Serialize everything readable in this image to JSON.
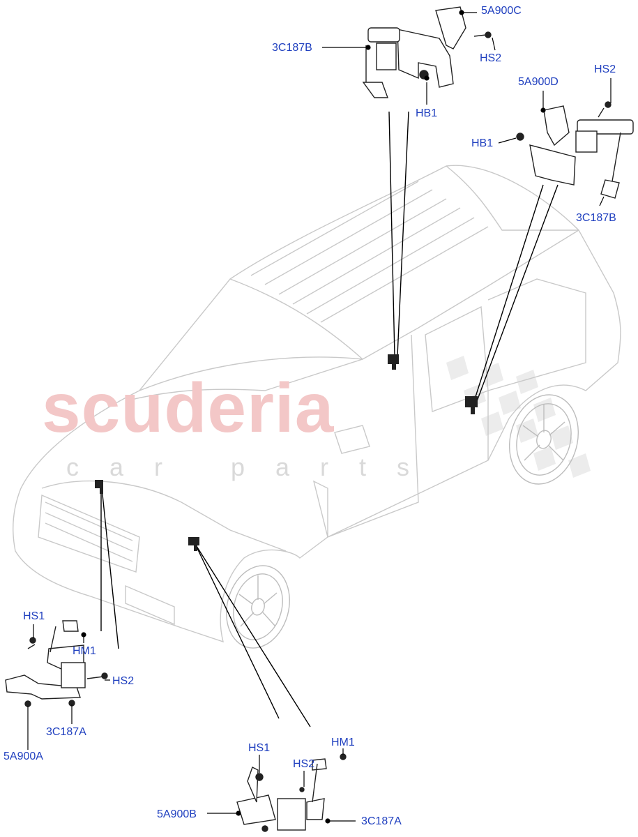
{
  "watermark": {
    "main": "scuderia",
    "sub": "car parts"
  },
  "colors": {
    "label": "#1f3fbf",
    "outline": "#c9c9c9",
    "part": "#222222",
    "watermark": "#f3c7c7"
  },
  "labels": {
    "top_a": {
      "5A900C": "5A900C",
      "3C187B": "3C187B",
      "HS2": "HS2",
      "HB1": "HB1"
    },
    "top_b": {
      "5A900D": "5A900D",
      "HS2": "HS2",
      "HB1": "HB1",
      "3C187B": "3C187B"
    },
    "left_a": {
      "HS1": "HS1",
      "HM1": "HM1",
      "HS2": "HS2",
      "3C187A": "3C187A",
      "5A900A": "5A900A"
    },
    "bottom_b": {
      "HS1": "HS1",
      "HS2": "HS2",
      "HM1": "HM1",
      "5A900B": "5A900B",
      "3C187A": "3C187A"
    }
  }
}
